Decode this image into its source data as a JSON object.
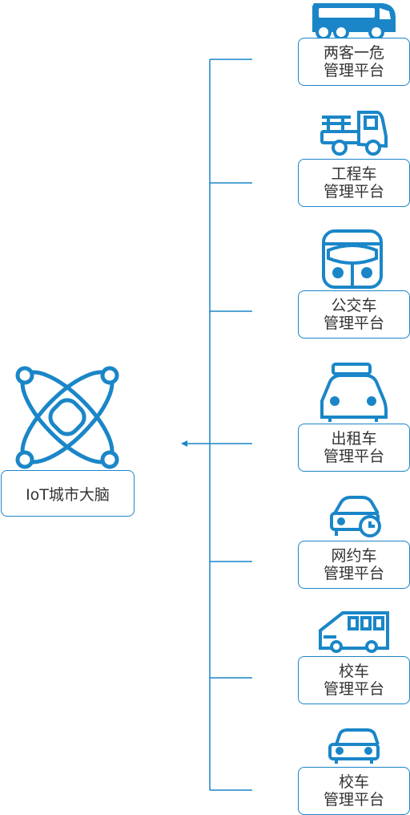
{
  "center": {
    "label": "IoT城市大脑",
    "icon": "atom-brain-icon"
  },
  "platforms": [
    {
      "line1": "两客一危",
      "line2": "管理平台",
      "icon": "coach-bus-icon"
    },
    {
      "line1": "工程车",
      "line2": "管理平台",
      "icon": "dump-truck-icon"
    },
    {
      "line1": "公交车",
      "line2": "管理平台",
      "icon": "city-bus-icon"
    },
    {
      "line1": "出租车",
      "line2": "管理平台",
      "icon": "taxi-icon"
    },
    {
      "line1": "网约车",
      "line2": "管理平台",
      "icon": "ride-hailing-car-icon"
    },
    {
      "line1": "校车",
      "line2": "管理平台",
      "icon": "school-bus-icon"
    },
    {
      "line1": "校车",
      "line2": "管理平台",
      "icon": "car-icon"
    }
  ],
  "colors": {
    "accent": "#1a86c8",
    "text": "#333333"
  }
}
